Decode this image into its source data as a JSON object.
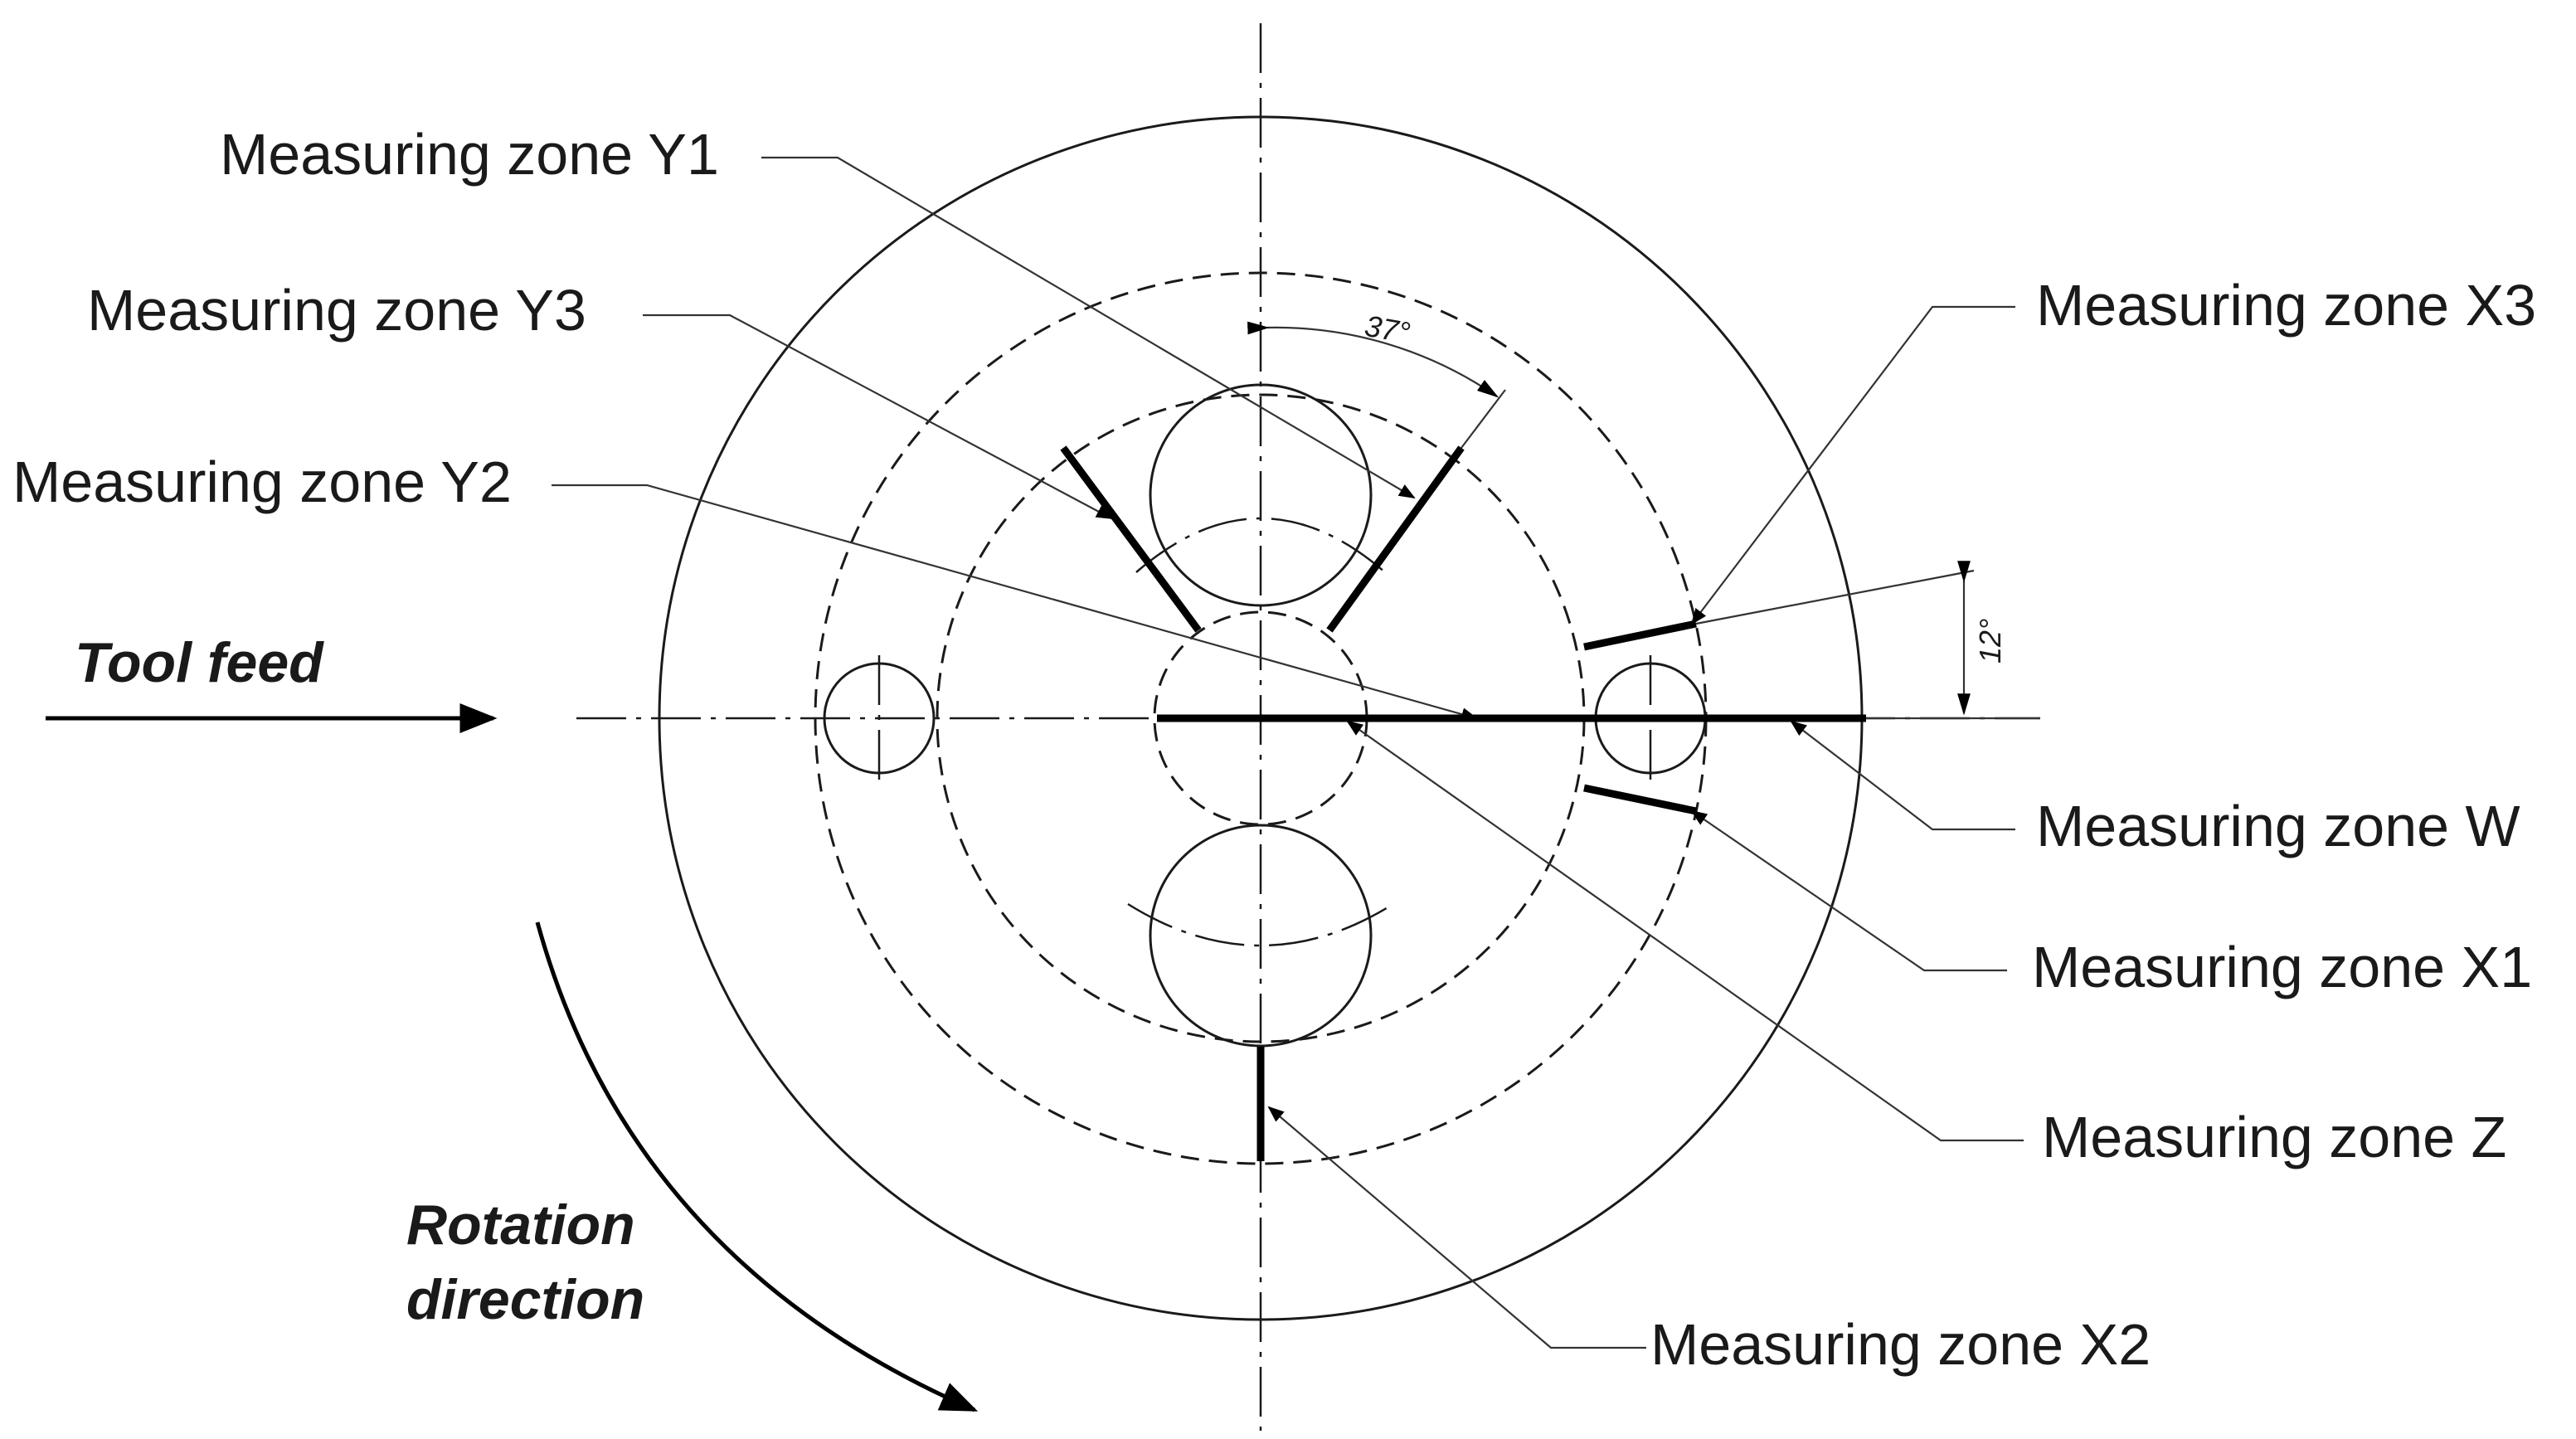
{
  "diagram": {
    "labels": {
      "y1": "Measuring zone Y1",
      "y3": "Measuring zone Y3",
      "y2": "Measuring zone Y2",
      "x3": "Measuring zone X3",
      "w": "Measuring zone W",
      "x1": "Measuring zone X1",
      "z": "Measuring zone Z",
      "x2": "Measuring zone X2"
    },
    "tool_feed": "Tool feed",
    "rotation_line1": "Rotation",
    "rotation_line2": "direction",
    "angle_37": "37°",
    "angle_12": "12°"
  },
  "colors": {
    "ink": "#1a1a1a",
    "background": "#ffffff"
  }
}
